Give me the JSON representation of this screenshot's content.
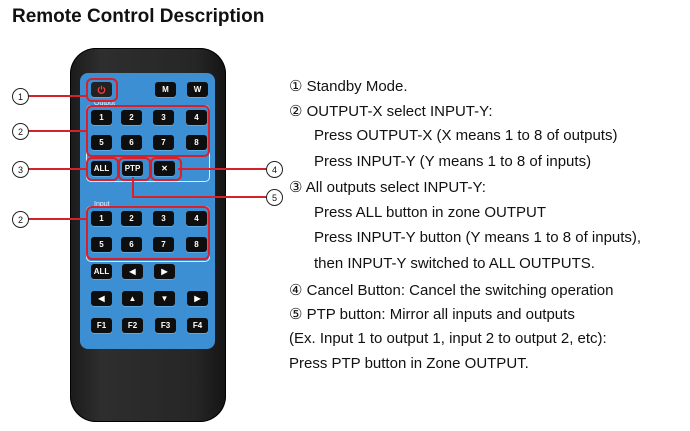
{
  "title": "Remote Control Description",
  "remote": {
    "power_glyph": "⏻",
    "top_buttons": [
      "M",
      "W"
    ],
    "zone_output_label": "Output",
    "zone_input_label": "Input",
    "output_buttons": [
      "1",
      "2",
      "3",
      "4",
      "5",
      "6",
      "7",
      "8"
    ],
    "action_buttons": [
      "ALL",
      "PTP",
      "✕"
    ],
    "input_buttons": [
      "1",
      "2",
      "3",
      "4",
      "5",
      "6",
      "7",
      "8"
    ],
    "input_all": "ALL",
    "arrow_left": "◀",
    "arrow_right": "▶",
    "nav_buttons": [
      "◀",
      "▲",
      "▼",
      "▶"
    ],
    "f_buttons": [
      "F1",
      "F2",
      "F3",
      "F4"
    ]
  },
  "callouts": {
    "c1": "1",
    "c2a": "2",
    "c3": "3",
    "c4": "4",
    "c5": "5",
    "c2b": "2"
  },
  "description": [
    "①  Standby Mode.",
    "②  OUTPUT-X select INPUT-Y:",
    "Press OUTPUT-X (X means 1 to 8 of outputs)",
    "Press INPUT-Y (Y means 1 to 8 of inputs)",
    "③  All outputs select INPUT-Y:",
    "Press ALL button in zone OUTPUT",
    "Press INPUT-Y button (Y means 1 to 8 of inputs),",
    "then INPUT-Y switched to ALL OUTPUTS.",
    "④  Cancel Button: Cancel the switching operation",
    "⑤  PTP button: Mirror all inputs and outputs",
    "(Ex. Input 1 to output 1, input 2 to output 2, etc):",
    "Press PTP button in Zone OUTPUT."
  ]
}
